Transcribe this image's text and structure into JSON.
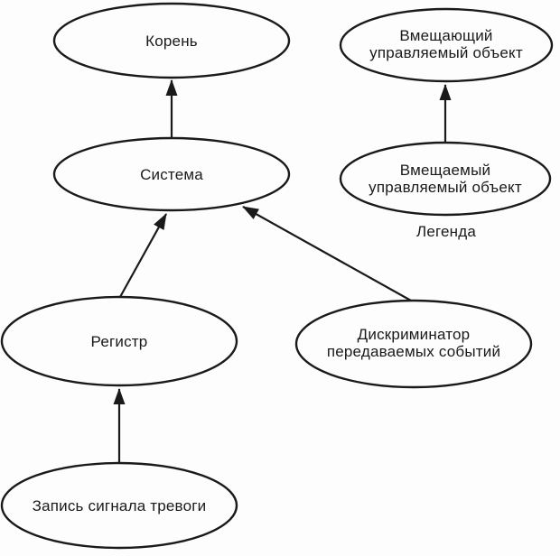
{
  "diagram": {
    "type": "containment-tree",
    "background": "#fdfdfd",
    "ink": "#1a1a1a",
    "nodes": [
      {
        "id": "root",
        "lines": [
          "Корень"
        ]
      },
      {
        "id": "system",
        "lines": [
          "Система"
        ]
      },
      {
        "id": "containing-managed-object",
        "lines": [
          "Вмещающий",
          "управляемый объект"
        ]
      },
      {
        "id": "contained-managed-object",
        "lines": [
          "Вмещаемый",
          "управляемый объект"
        ]
      },
      {
        "id": "register",
        "lines": [
          "Регистр"
        ]
      },
      {
        "id": "event-forwarding-discriminator",
        "lines": [
          "Дискриминатор",
          "передаваемых событий"
        ]
      },
      {
        "id": "alarm-record",
        "lines": [
          "Запись сигнала тревоги"
        ]
      }
    ],
    "legend_label": "Легенда",
    "edges": [
      {
        "from": "system",
        "to": "root"
      },
      {
        "from": "contained-managed-object",
        "to": "containing-managed-object"
      },
      {
        "from": "register",
        "to": "system"
      },
      {
        "from": "event-forwarding-discriminator",
        "to": "system"
      },
      {
        "from": "alarm-record",
        "to": "register"
      }
    ]
  }
}
